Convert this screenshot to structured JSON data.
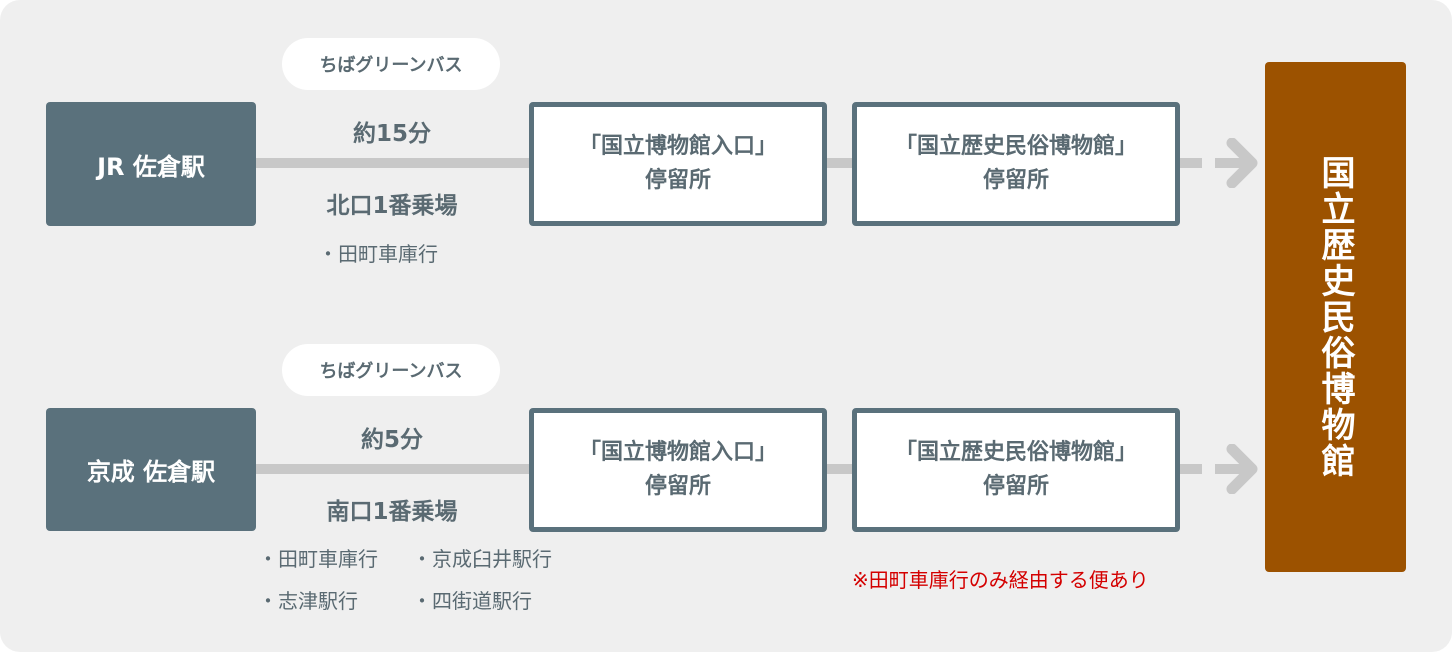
{
  "routes": [
    {
      "station": "JR 佐倉駅",
      "bus": "ちばグリーンバス",
      "time": "約15分",
      "platform": "北口1番乗場",
      "destinations": [
        "・田町車庫行"
      ],
      "stop1": {
        "name": "「国立博物館入口」",
        "suffix": "停留所"
      },
      "stop2": {
        "name": "「国立歴史民俗博物館」",
        "suffix": "停留所"
      }
    },
    {
      "station": "京成 佐倉駅",
      "bus": "ちばグリーンバス",
      "time": "約5分",
      "platform": "南口1番乗場",
      "destinations": [
        "・田町車庫行",
        "・京成臼井駅行",
        "・志津駅行",
        "・四街道駅行"
      ],
      "stop1": {
        "name": "「国立博物館入口」",
        "suffix": "停留所"
      },
      "stop2": {
        "name": "「国立歴史民俗博物館」",
        "suffix": "停留所"
      }
    }
  ],
  "museum": "国立歴史民俗博物館",
  "note": "※田町車庫行のみ経由する便あり",
  "colors": {
    "station": "#5a717c",
    "museum": "#9c5200",
    "note": "#d40000",
    "line": "#c8c8c8"
  }
}
